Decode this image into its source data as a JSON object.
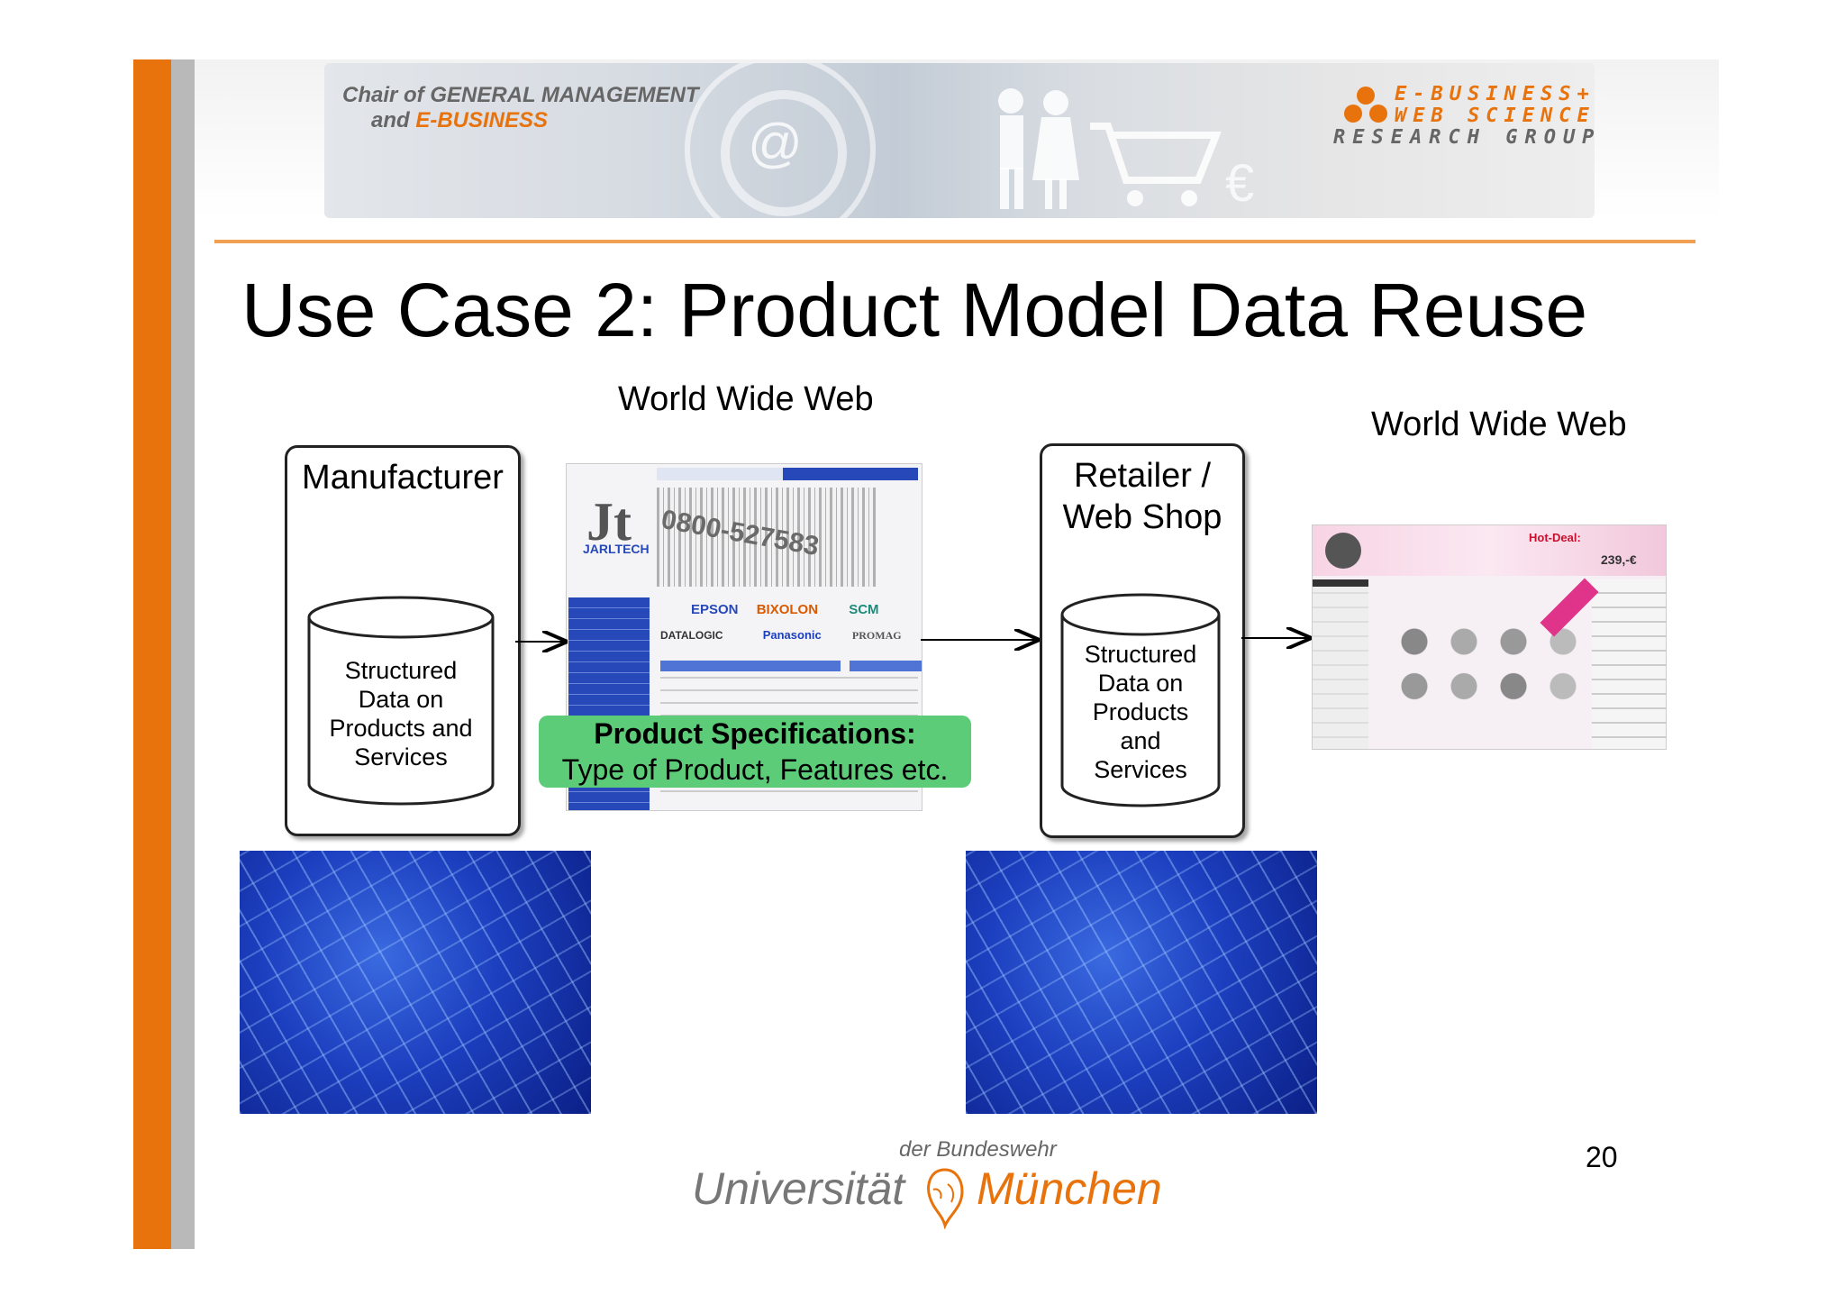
{
  "header": {
    "chair_prefix_1": "Chair of",
    "chair_name_1": "GENERAL MANAGEMENT",
    "chair_prefix_2": "and",
    "chair_name_2": "E-BUSINESS",
    "group_line_1": "E-BUSINESS+",
    "group_line_2": "WEB SCIENCE",
    "group_line_3": "RESEARCH GROUP"
  },
  "slide": {
    "title": "Use Case 2: Product Model Data Reuse",
    "page_number": "20"
  },
  "diagram": {
    "web_label_1": "World Wide Web",
    "web_label_2": "World Wide Web",
    "manufacturer": {
      "title": "Manufacturer",
      "db_lines": [
        "Structured",
        "Data on",
        "Products and",
        "Services"
      ]
    },
    "retailer": {
      "title_lines": [
        "Retailer /",
        "Web Shop"
      ],
      "db_lines": [
        "Structured",
        "Data on",
        "Products",
        "and",
        "Services"
      ]
    },
    "spec": {
      "heading": "Product Specifications:",
      "detail": "Type of Product, Features etc."
    },
    "manufacturer_site": {
      "logo_text": "JARLTECH",
      "phone": "0800-527583",
      "brands": [
        "EPSON",
        "BIXOLON",
        "SCM",
        "DATALOGIC",
        "Panasonic",
        "PROMAG"
      ]
    },
    "shop_site": {
      "deal_label": "Hot-Deal:",
      "price": "239,-€"
    }
  },
  "footer": {
    "uni_small": "der Bundeswehr",
    "uni_left": "Universität",
    "uni_right": "München"
  },
  "colors": {
    "accent_orange": "#e8730c",
    "spec_green": "#5ccc79",
    "db_blue": "#1c3fbf"
  }
}
